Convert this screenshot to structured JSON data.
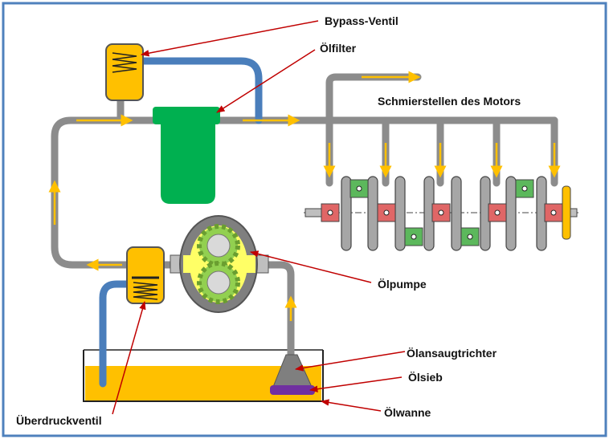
{
  "labels": {
    "bypass_valve": "Bypass-Ventil",
    "oil_filter": "Ölfilter",
    "lubrication_points": "Schmierstellen des Motors",
    "oil_pump": "Ölpumpe",
    "intake_funnel": "Ölansaugtrichter",
    "oil_strainer": "Ölsieb",
    "oil_pan": "Ölwanne",
    "pressure_relief_valve": "Überdruckventil"
  },
  "colors": {
    "frame": "#4f81bd",
    "pipe_gray": "#8c8c8c",
    "pipe_blue": "#4a7ebb",
    "valve_yellow": "#ffc000",
    "filter_green": "#00b050",
    "oil": "#ffc000",
    "flow_arrow": "#ffc000",
    "leader_line": "#c00000",
    "strainer": "#7030a0",
    "gear": "#92d050",
    "crank_red": "#e06666",
    "crank_green": "#5cb85c"
  }
}
